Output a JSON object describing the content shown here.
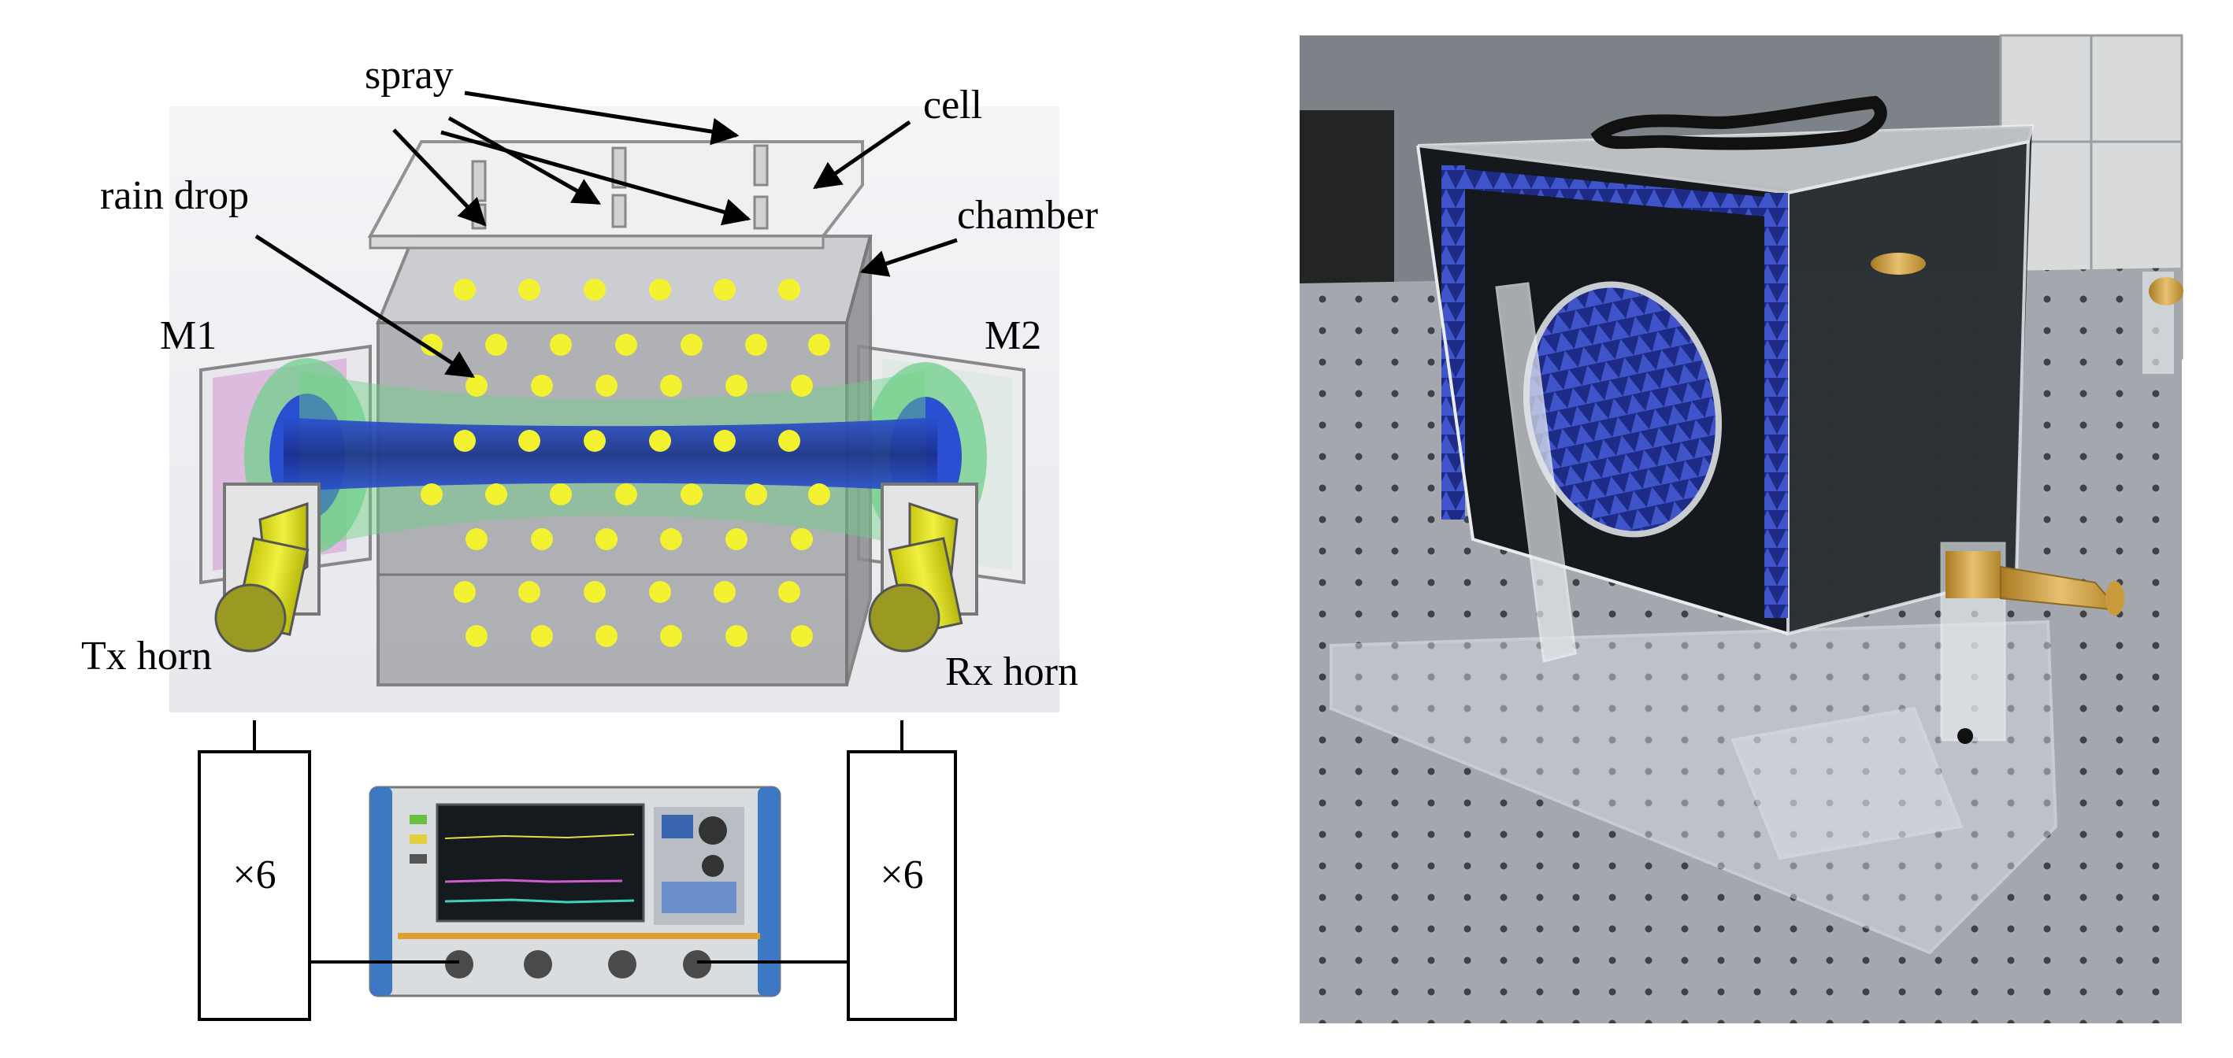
{
  "diagram": {
    "labels": {
      "spray": "spray",
      "cell": "cell",
      "rain_drop": "rain drop",
      "chamber": "chamber",
      "m1": "M1",
      "m2": "M2",
      "tx_horn": "Tx horn",
      "rx_horn": "Rx horn"
    },
    "multiplier_left": "×6",
    "multiplier_right": "×6"
  },
  "colors": {
    "raindrop": "#f2f230",
    "beam": "#1f3fb0",
    "horn": "#d8d818",
    "mirror_pink": "#d9a8d8",
    "mirror_green": "#6fd08a",
    "vna_body": "#d9dde0",
    "vna_handle": "#3d78c4",
    "acrylic": "#cfd6dc",
    "absorber": "#2a3aa8",
    "optical_table": "#a4a8ae",
    "brass": "#c99b3c"
  }
}
